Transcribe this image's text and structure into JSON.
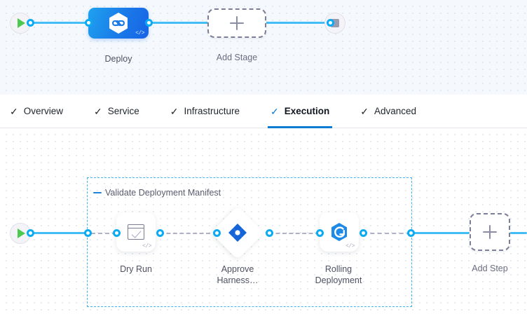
{
  "pipeline": {
    "start_node": {
      "icon": "play-icon",
      "name": "pipeline-start"
    },
    "end_node": {
      "icon": "stop-icon",
      "name": "pipeline-end"
    },
    "stages": [
      {
        "label": "Deploy",
        "icon": "harness-hexagon-icon",
        "badge": "</>",
        "type": "stage",
        "selected": true
      },
      {
        "label": "Add Stage",
        "icon": "plus-icon",
        "type": "add"
      }
    ]
  },
  "tabs": {
    "check_glyph": "✓",
    "items": [
      {
        "label": "Overview",
        "active": false
      },
      {
        "label": "Service",
        "active": false
      },
      {
        "label": "Infrastructure",
        "active": false
      },
      {
        "label": "Execution",
        "active": true
      },
      {
        "label": "Advanced",
        "active": false
      }
    ]
  },
  "execution": {
    "start_node": {
      "icon": "play-icon"
    },
    "group": {
      "title": "Validate Deployment Manifest",
      "collapse_icon": "minus-icon"
    },
    "steps": [
      {
        "label": "Dry Run",
        "icon": "dry-run-checkbox-icon",
        "badge": "</>",
        "shape": "rounded-square"
      },
      {
        "label": "Approve\nHarness…",
        "icon": "approval-diamond-icon",
        "shape": "diamond"
      },
      {
        "label": "Rolling\nDeployment",
        "icon": "rolling-deployment-icon",
        "badge": "</>",
        "shape": "rounded-square"
      }
    ],
    "add_step": {
      "label": "Add Step",
      "icon": "plus-icon"
    }
  },
  "colors": {
    "accent_blue": "#0b7ad1",
    "connector_blue": "#42bdf5",
    "node_blue": "#1a7ae8",
    "group_border": "#3fb6f0",
    "play_green": "#4dc952",
    "stop_gray": "#9b9bb0",
    "canvas_top_bg": "#f5f9fd",
    "canvas_bottom_bg": "#ffffff"
  }
}
